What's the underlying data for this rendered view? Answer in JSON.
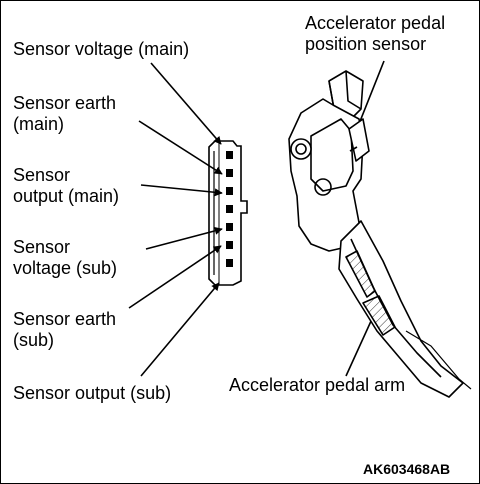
{
  "labels": {
    "sensor_voltage_main": "Sensor voltage (main)",
    "sensor_earth_main": "Sensor earth\n(main)",
    "sensor_output_main": "Sensor\noutput (main)",
    "sensor_voltage_sub": "Sensor\nvoltage (sub)",
    "sensor_earth_sub": "Sensor earth\n(sub)",
    "sensor_output_sub": "Sensor output (sub)",
    "pedal_position_sensor": "Accelerator pedal\nposition sensor",
    "pedal_arm": "Accelerator pedal arm"
  },
  "figure_code": "AK603468AB"
}
